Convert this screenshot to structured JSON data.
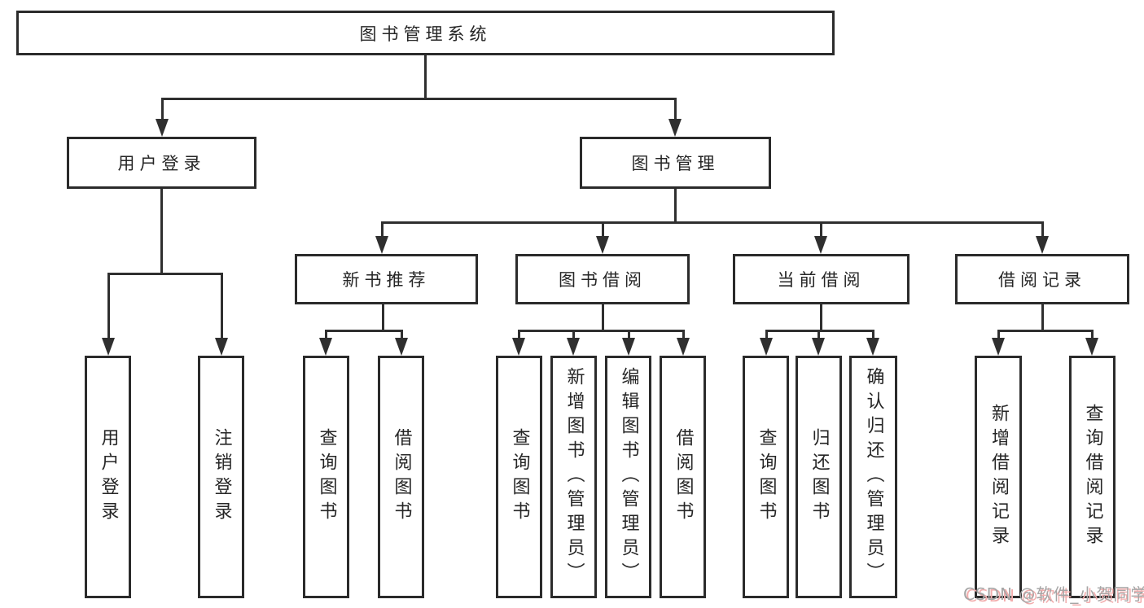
{
  "tree": {
    "root": {
      "label": "图书管理系统"
    },
    "level2": [
      {
        "label": "用户登录",
        "children": [
          "用户登录",
          "注销登录"
        ]
      },
      {
        "label": "图书管理",
        "children": [
          {
            "label": "新书推荐",
            "children": [
              "查询图书",
              "借阅图书"
            ]
          },
          {
            "label": "图书借阅",
            "children": [
              "查询图书",
              "新增图书（管理员）",
              "编辑图书（管理员）",
              "借阅图书"
            ]
          },
          {
            "label": "当前借阅",
            "children": [
              "查询图书",
              "归还图书",
              "确认归还（管理员）"
            ]
          },
          {
            "label": "借阅记录",
            "children": [
              "新增借阅记录",
              "查询借阅记录"
            ]
          }
        ]
      }
    ]
  },
  "watermark": {
    "text": "CSDN @软件_小贺同学"
  },
  "colors": {
    "line": "#2f2f2f",
    "box_border": "#2b2b2b",
    "text": "#262626",
    "watermark_gray": "#a6a6a6",
    "watermark_red_shadow": "#f2adad"
  }
}
